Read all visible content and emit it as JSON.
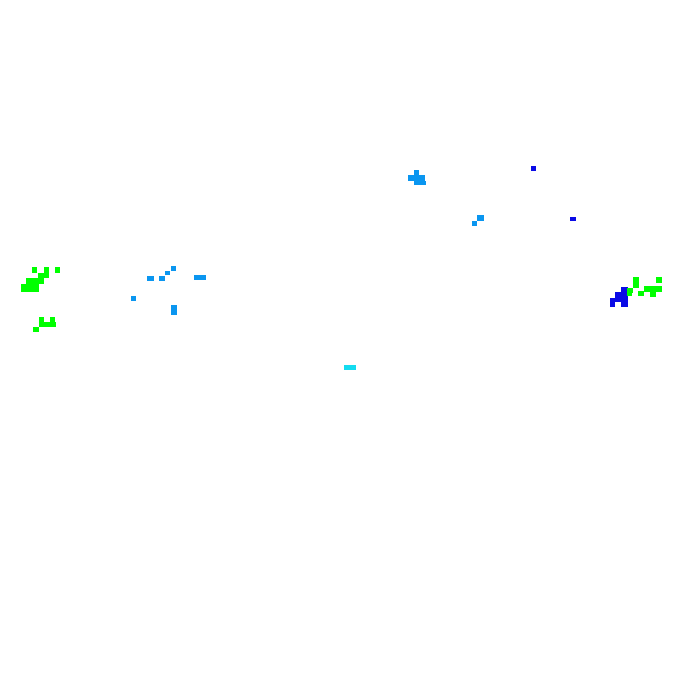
{
  "background": "#ffffff",
  "palette": {
    "green": "#00ff00",
    "light_blue": "#0a96f0",
    "dark_blue": "#0a0ae6",
    "cyan": "#14dcf0"
  },
  "clusters": [
    {
      "name": "green-cluster-left-upper",
      "color": "green"
    },
    {
      "name": "green-cluster-left-lower",
      "color": "green"
    },
    {
      "name": "light-blue-cluster-left",
      "color": "light_blue"
    },
    {
      "name": "light-blue-cluster-top",
      "color": "light_blue"
    },
    {
      "name": "light-blue-cluster-mid",
      "color": "light_blue"
    },
    {
      "name": "dark-blue-dot-top",
      "color": "dark_blue"
    },
    {
      "name": "dark-blue-dot-mid",
      "color": "dark_blue"
    },
    {
      "name": "dark-blue-cluster-right",
      "color": "dark_blue"
    },
    {
      "name": "green-cluster-right",
      "color": "green"
    },
    {
      "name": "cyan-dash-center",
      "color": "cyan"
    }
  ]
}
